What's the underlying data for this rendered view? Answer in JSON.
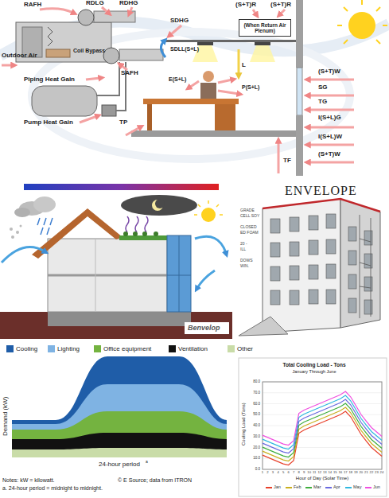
{
  "diagram": {
    "nodes": [
      {
        "text": [
          "(When Return Air Plenum)"
        ]
      }
    ],
    "labels": [
      "RAFH",
      "RDLG",
      "RDHG",
      "SDHG",
      "(S+T)R",
      "(S+T)R",
      "SDLL(S+L)",
      "Coil Bypass",
      "Outdoor Air",
      "Piping Heat Gain",
      "SAFH",
      "Pump Heat Gain",
      "L",
      "(S+T)W",
      "SG",
      "TG",
      "I(S+L)G",
      "I(S+L)W",
      "(S+T)W",
      "E(S+L)",
      "P(S+L)",
      "TP",
      "TF",
      "Benvelop",
      "ENVELOPE",
      "GRADE",
      "CELL SOY",
      "CLOSED",
      "ED FOAM",
      "20 -",
      "ILL",
      "DOWS",
      "WIN.",
      "Demand (kW)",
      "24-hour period",
      "a",
      "Notes: kW = kilowatt.",
      "a. 24-hour period = midnight to midnight.",
      "© E Source; data from ITRON",
      "Total Cooling Load - Tons",
      "January Through June",
      "0.0",
      "10.0",
      "20.0",
      "30.0",
      "40.0",
      "50.0",
      "60.0",
      "70.0",
      "80.0",
      "1",
      "2",
      "3",
      "4",
      "5",
      "6",
      "7",
      "8",
      "9",
      "10",
      "11",
      "12",
      "13",
      "14",
      "15",
      "16",
      "17",
      "18",
      "19",
      "20",
      "21",
      "22",
      "23",
      "24",
      "Hour of Day (Solar Time)",
      "Cooling Load (Tons)"
    ],
    "legend": [
      {
        "text": "Cooling",
        "color": "#1f5da8"
      },
      {
        "text": "Lighting",
        "color": "#7fb3e3"
      },
      {
        "text": "Office equipment",
        "color": "#74b340"
      },
      {
        "text": "Ventilation",
        "color": "#111111"
      },
      {
        "text": "Other",
        "color": "#c9dca8"
      },
      {
        "text": "Jan"
      },
      {
        "text": "Feb"
      },
      {
        "text": "Mar"
      },
      {
        "text": "Apr"
      },
      {
        "text": "May"
      },
      {
        "text": "Jun"
      }
    ]
  }
}
